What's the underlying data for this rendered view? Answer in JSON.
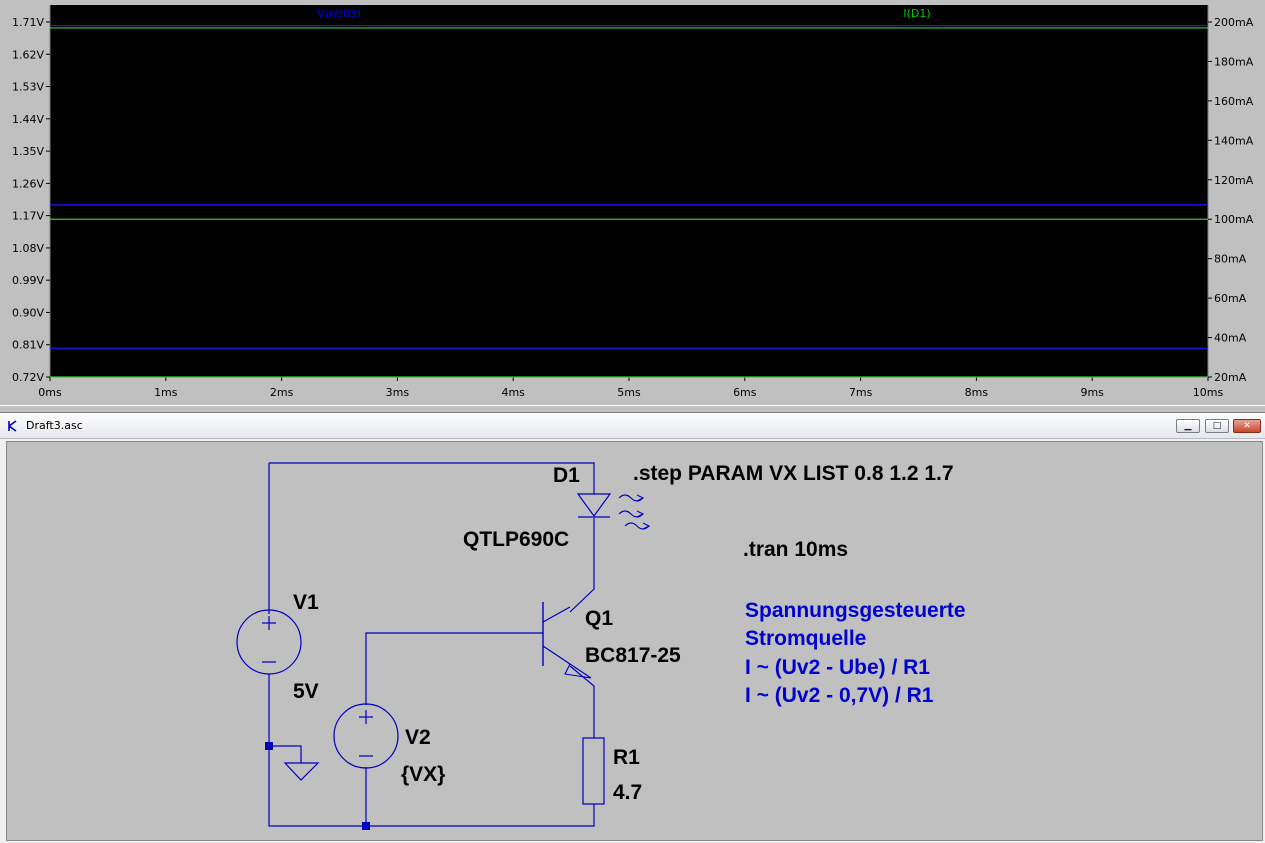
{
  "plot": {
    "trace_labels": [
      "V(n003)",
      "I(D1)"
    ],
    "left_axis_ticks": [
      "1.71V",
      "1.62V",
      "1.53V",
      "1.44V",
      "1.35V",
      "1.26V",
      "1.17V",
      "1.08V",
      "0.99V",
      "0.90V",
      "0.81V",
      "0.72V"
    ],
    "right_axis_ticks": [
      "200mA",
      "180mA",
      "160mA",
      "140mA",
      "120mA",
      "100mA",
      "80mA",
      "60mA",
      "40mA",
      "20mA"
    ],
    "x_axis_ticks": [
      "0ms",
      "1ms",
      "2ms",
      "3ms",
      "4ms",
      "5ms",
      "6ms",
      "7ms",
      "8ms",
      "9ms",
      "10ms"
    ],
    "colors": {
      "background": "#000000",
      "voltage_trace": "#1a1aff",
      "current_trace": "#33cc33",
      "label_voltage": "#0000ff",
      "label_current": "#00cc00"
    }
  },
  "chart_data": {
    "type": "line",
    "x_range": [
      0,
      10
    ],
    "x_unit": "ms",
    "left_axis": {
      "ylim": [
        0.72,
        1.71
      ],
      "unit": "V"
    },
    "right_axis": {
      "ylim": [
        20,
        200
      ],
      "unit": "mA"
    },
    "series": [
      {
        "name": "V(n003)",
        "axis": "left",
        "steps": [
          0.8,
          1.2,
          1.7
        ],
        "values": [
          0.8,
          1.2,
          1.7
        ]
      },
      {
        "name": "I(D1)",
        "axis": "right",
        "steps": [
          0.8,
          1.2,
          1.7
        ],
        "values": [
          20,
          100,
          197
        ]
      }
    ],
    "grid": false
  },
  "window": {
    "title": "Draft3.asc",
    "minimize": "▁",
    "maximize": "□",
    "close": "✕"
  },
  "schematic": {
    "d1_name": "D1",
    "d1_model": "QTLP690C",
    "q1_name": "Q1",
    "q1_model": "BC817-25",
    "v1_name": "V1",
    "v1_value": "5V",
    "v2_name": "V2",
    "v2_value": "{VX}",
    "r1_name": "R1",
    "r1_value": "4.7",
    "step_directive": ".step PARAM VX LIST 0.8 1.2 1.7",
    "tran_directive": ".tran 10ms",
    "comment_lines": [
      "Spannungsgesteuerte",
      "Stromquelle",
      "I ~ (Uv2 - Ube) / R1",
      "I ~ (Uv2 - 0,7V) / R1"
    ],
    "colors": {
      "wire": "#0000c0",
      "text": "#000000",
      "comment": "#0000d0"
    }
  }
}
